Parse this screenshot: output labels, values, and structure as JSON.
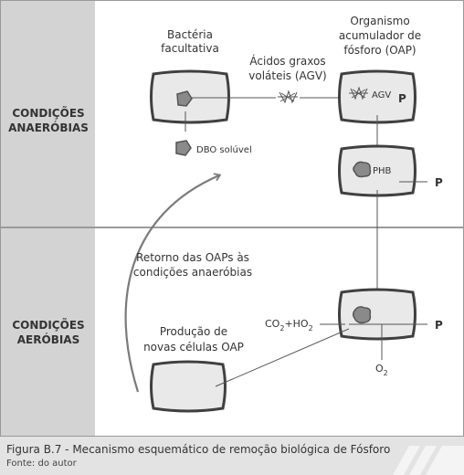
{
  "zones": {
    "anaerobic": [
      "CONDIÇÕES",
      "ANAERÓBIAS"
    ],
    "aerobic": [
      "CONDIÇÕES",
      "AERÓBIAS"
    ]
  },
  "labels": {
    "bacteria": [
      "Bactéria",
      "facultativa"
    ],
    "oap": [
      "Organismo",
      "acumulador de",
      "fósforo (OAP)"
    ],
    "agv": [
      "Ácidos graxos",
      "voláteis (AGV)"
    ],
    "agv_inside": "AGV",
    "p": "P",
    "dbo": "DBO solúvel",
    "phb": "PHB",
    "retorno": [
      "Retorno das OAPs às",
      "condições anaeróbias"
    ],
    "producao": [
      "Produção de",
      "novas células OAP"
    ],
    "co2_ho2": {
      "a": "CO",
      "a_sub": "2",
      "b": "+HO",
      "b_sub": "2"
    },
    "o2": {
      "main": "O",
      "sub": "2"
    }
  },
  "caption": {
    "title": "Figura B.7 - Mecanismo esquemático de remoção biológica de Fósforo",
    "source": "Fonte: do autor"
  },
  "colors": {
    "panel_left": "#d3d3d3",
    "panel_border": "#888888",
    "cell_fill": "#e9e9e9",
    "cell_border": "#404040",
    "granule": "#8a8a8a",
    "caption_bg": "#e3e3e3"
  }
}
